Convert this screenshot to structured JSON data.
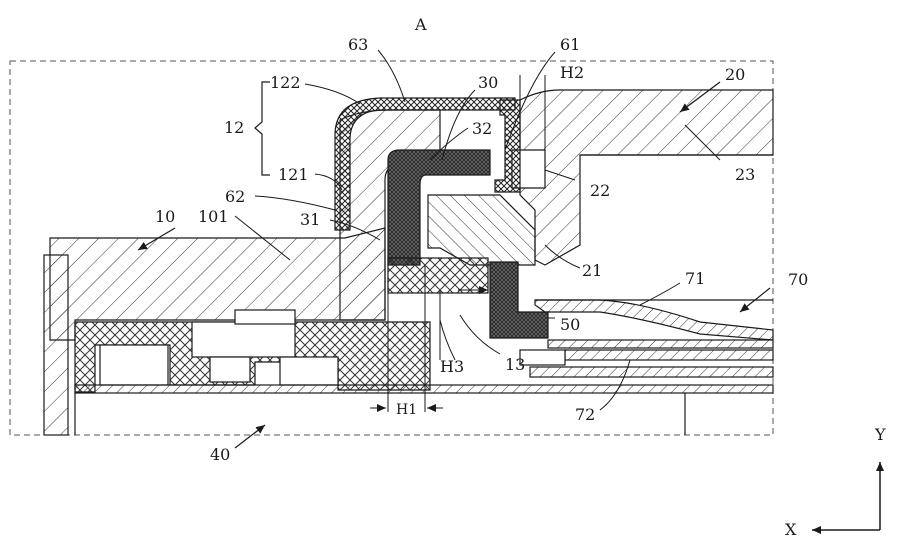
{
  "detail_label": "A",
  "labels": {
    "n10": "10",
    "n101": "101",
    "n12": "12",
    "n121": "121",
    "n122": "122",
    "n13": "13",
    "n20": "20",
    "n21": "21",
    "n22": "22",
    "n23": "23",
    "n30": "30",
    "n31": "31",
    "n32": "32",
    "n40": "40",
    "n50": "50",
    "n61": "61",
    "n62": "62",
    "n63": "63",
    "n70": "70",
    "n71": "71",
    "n72": "72",
    "h1": "H1",
    "h2": "H2",
    "h3": "H3"
  },
  "axes": {
    "x": "X",
    "y": "Y"
  },
  "colors": {
    "line": "#1a1a1a",
    "hatch": "#333333",
    "dark_fill": "#5a5a5a",
    "background": "#ffffff"
  }
}
